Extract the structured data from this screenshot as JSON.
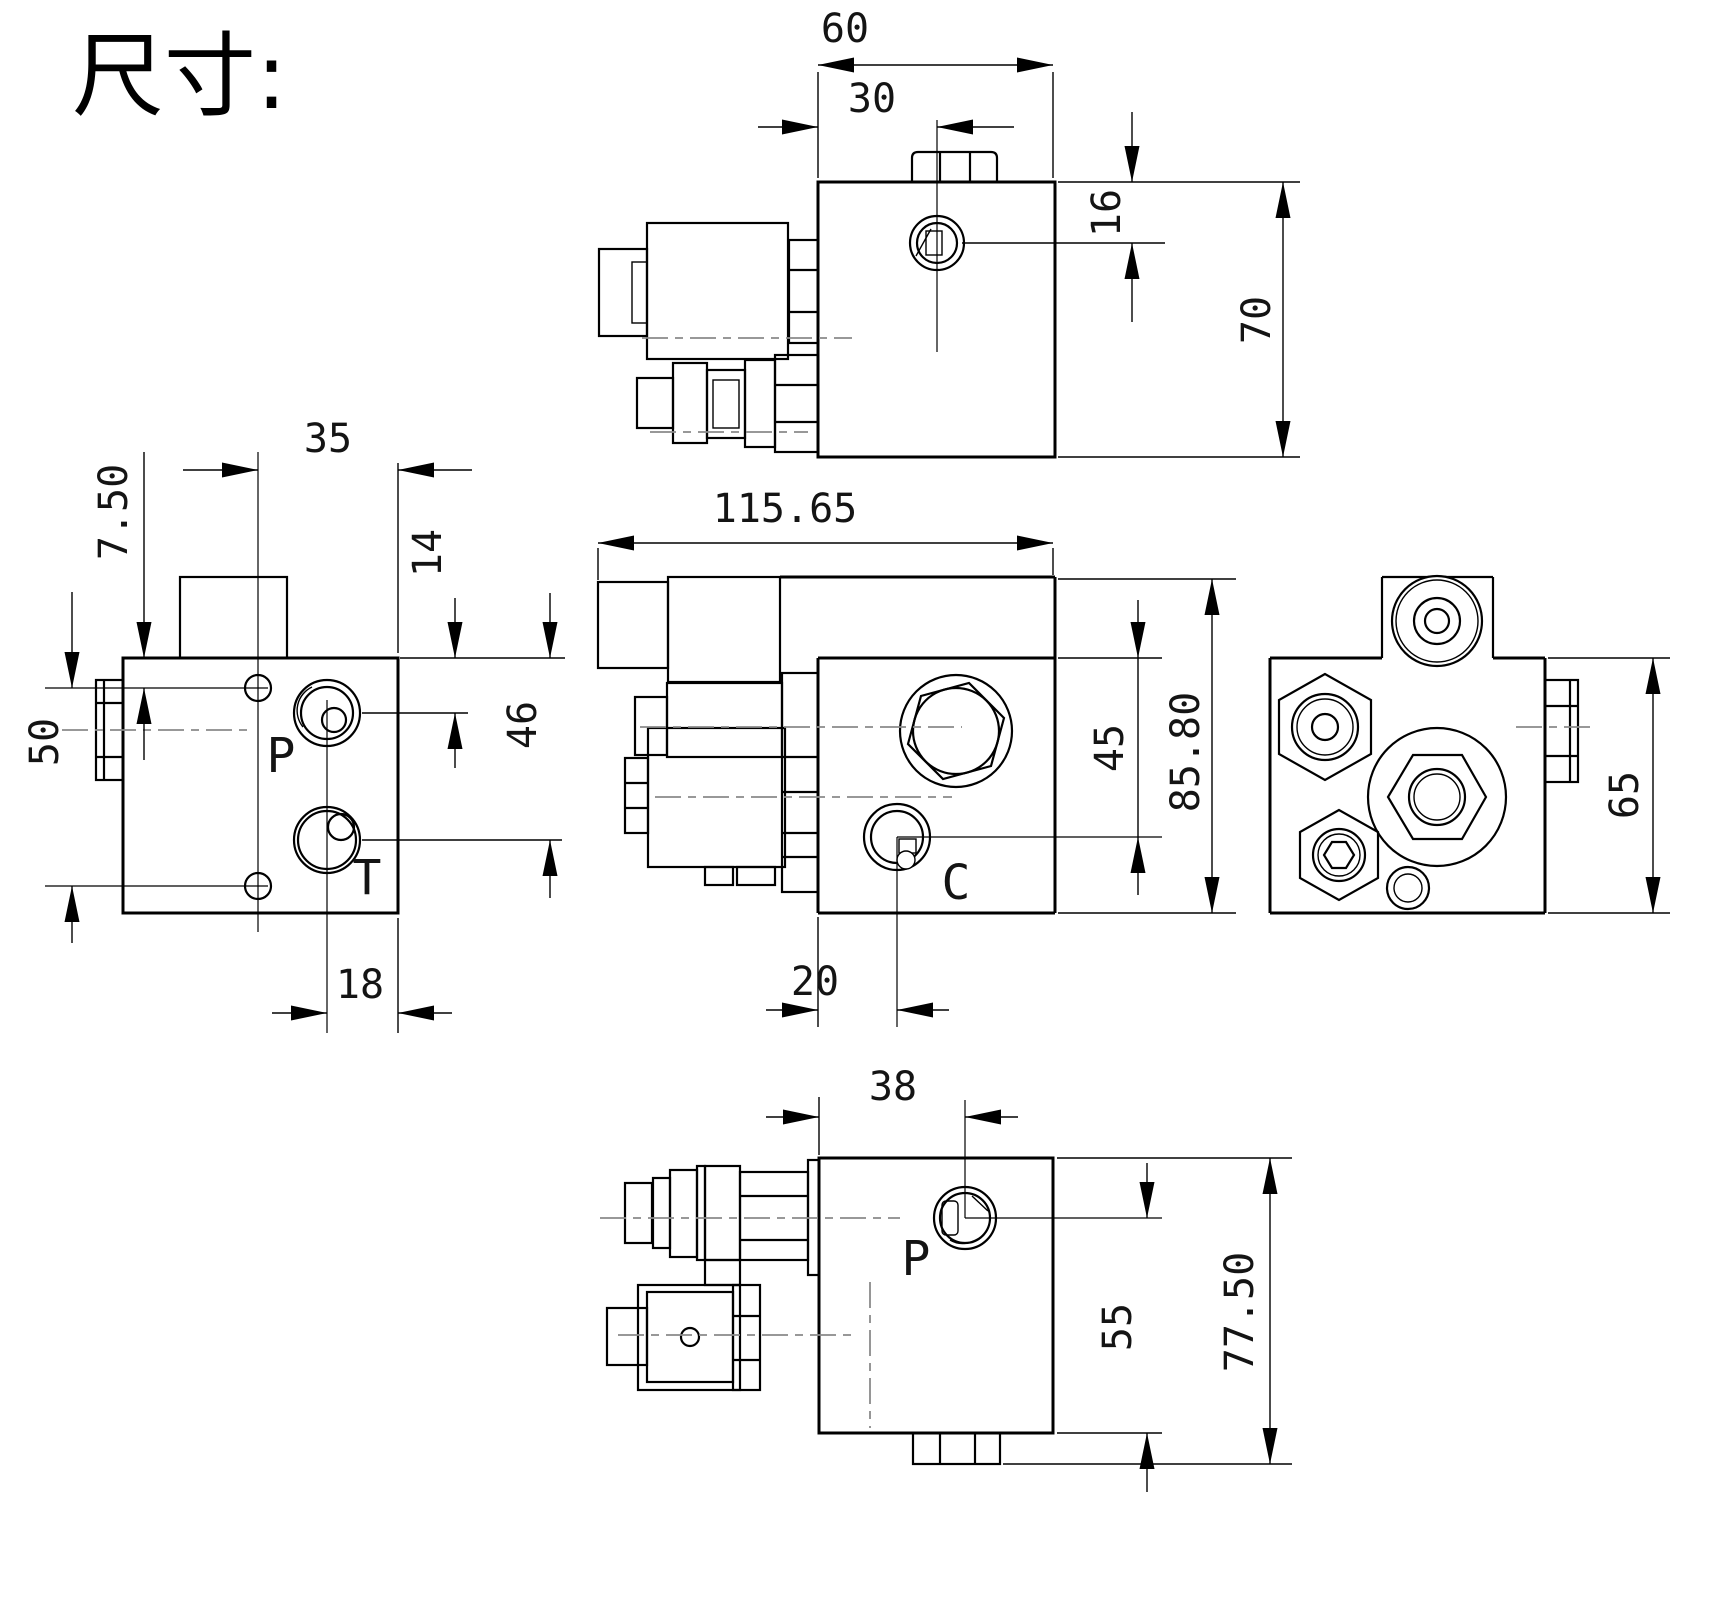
{
  "title": "尺寸:",
  "colors": {
    "line": "#000000",
    "centerline": "#8a8a8a",
    "background": "#ffffff"
  },
  "views": {
    "top": {
      "dim_width": "60",
      "dim_hole_offset": "30",
      "dim_hole_depth": "16",
      "dim_depth": "70"
    },
    "left": {
      "dim_boss_offset": "35",
      "dim_hole_top": "7.50",
      "dim_p_depth": "14",
      "dim_hole_span": "50",
      "dim_t_depth": "46",
      "dim_port_offset": "18",
      "port_p": "P",
      "port_t": "T"
    },
    "front": {
      "dim_total_width": "115.65",
      "dim_c_height": "45",
      "dim_total_height": "85.80",
      "dim_c_offset": "20",
      "port_c": "C"
    },
    "right": {
      "dim_height": "65"
    },
    "bottom": {
      "dim_p_offset": "38",
      "dim_p_height": "55",
      "dim_total_height": "77.50",
      "port_p": "P"
    }
  }
}
